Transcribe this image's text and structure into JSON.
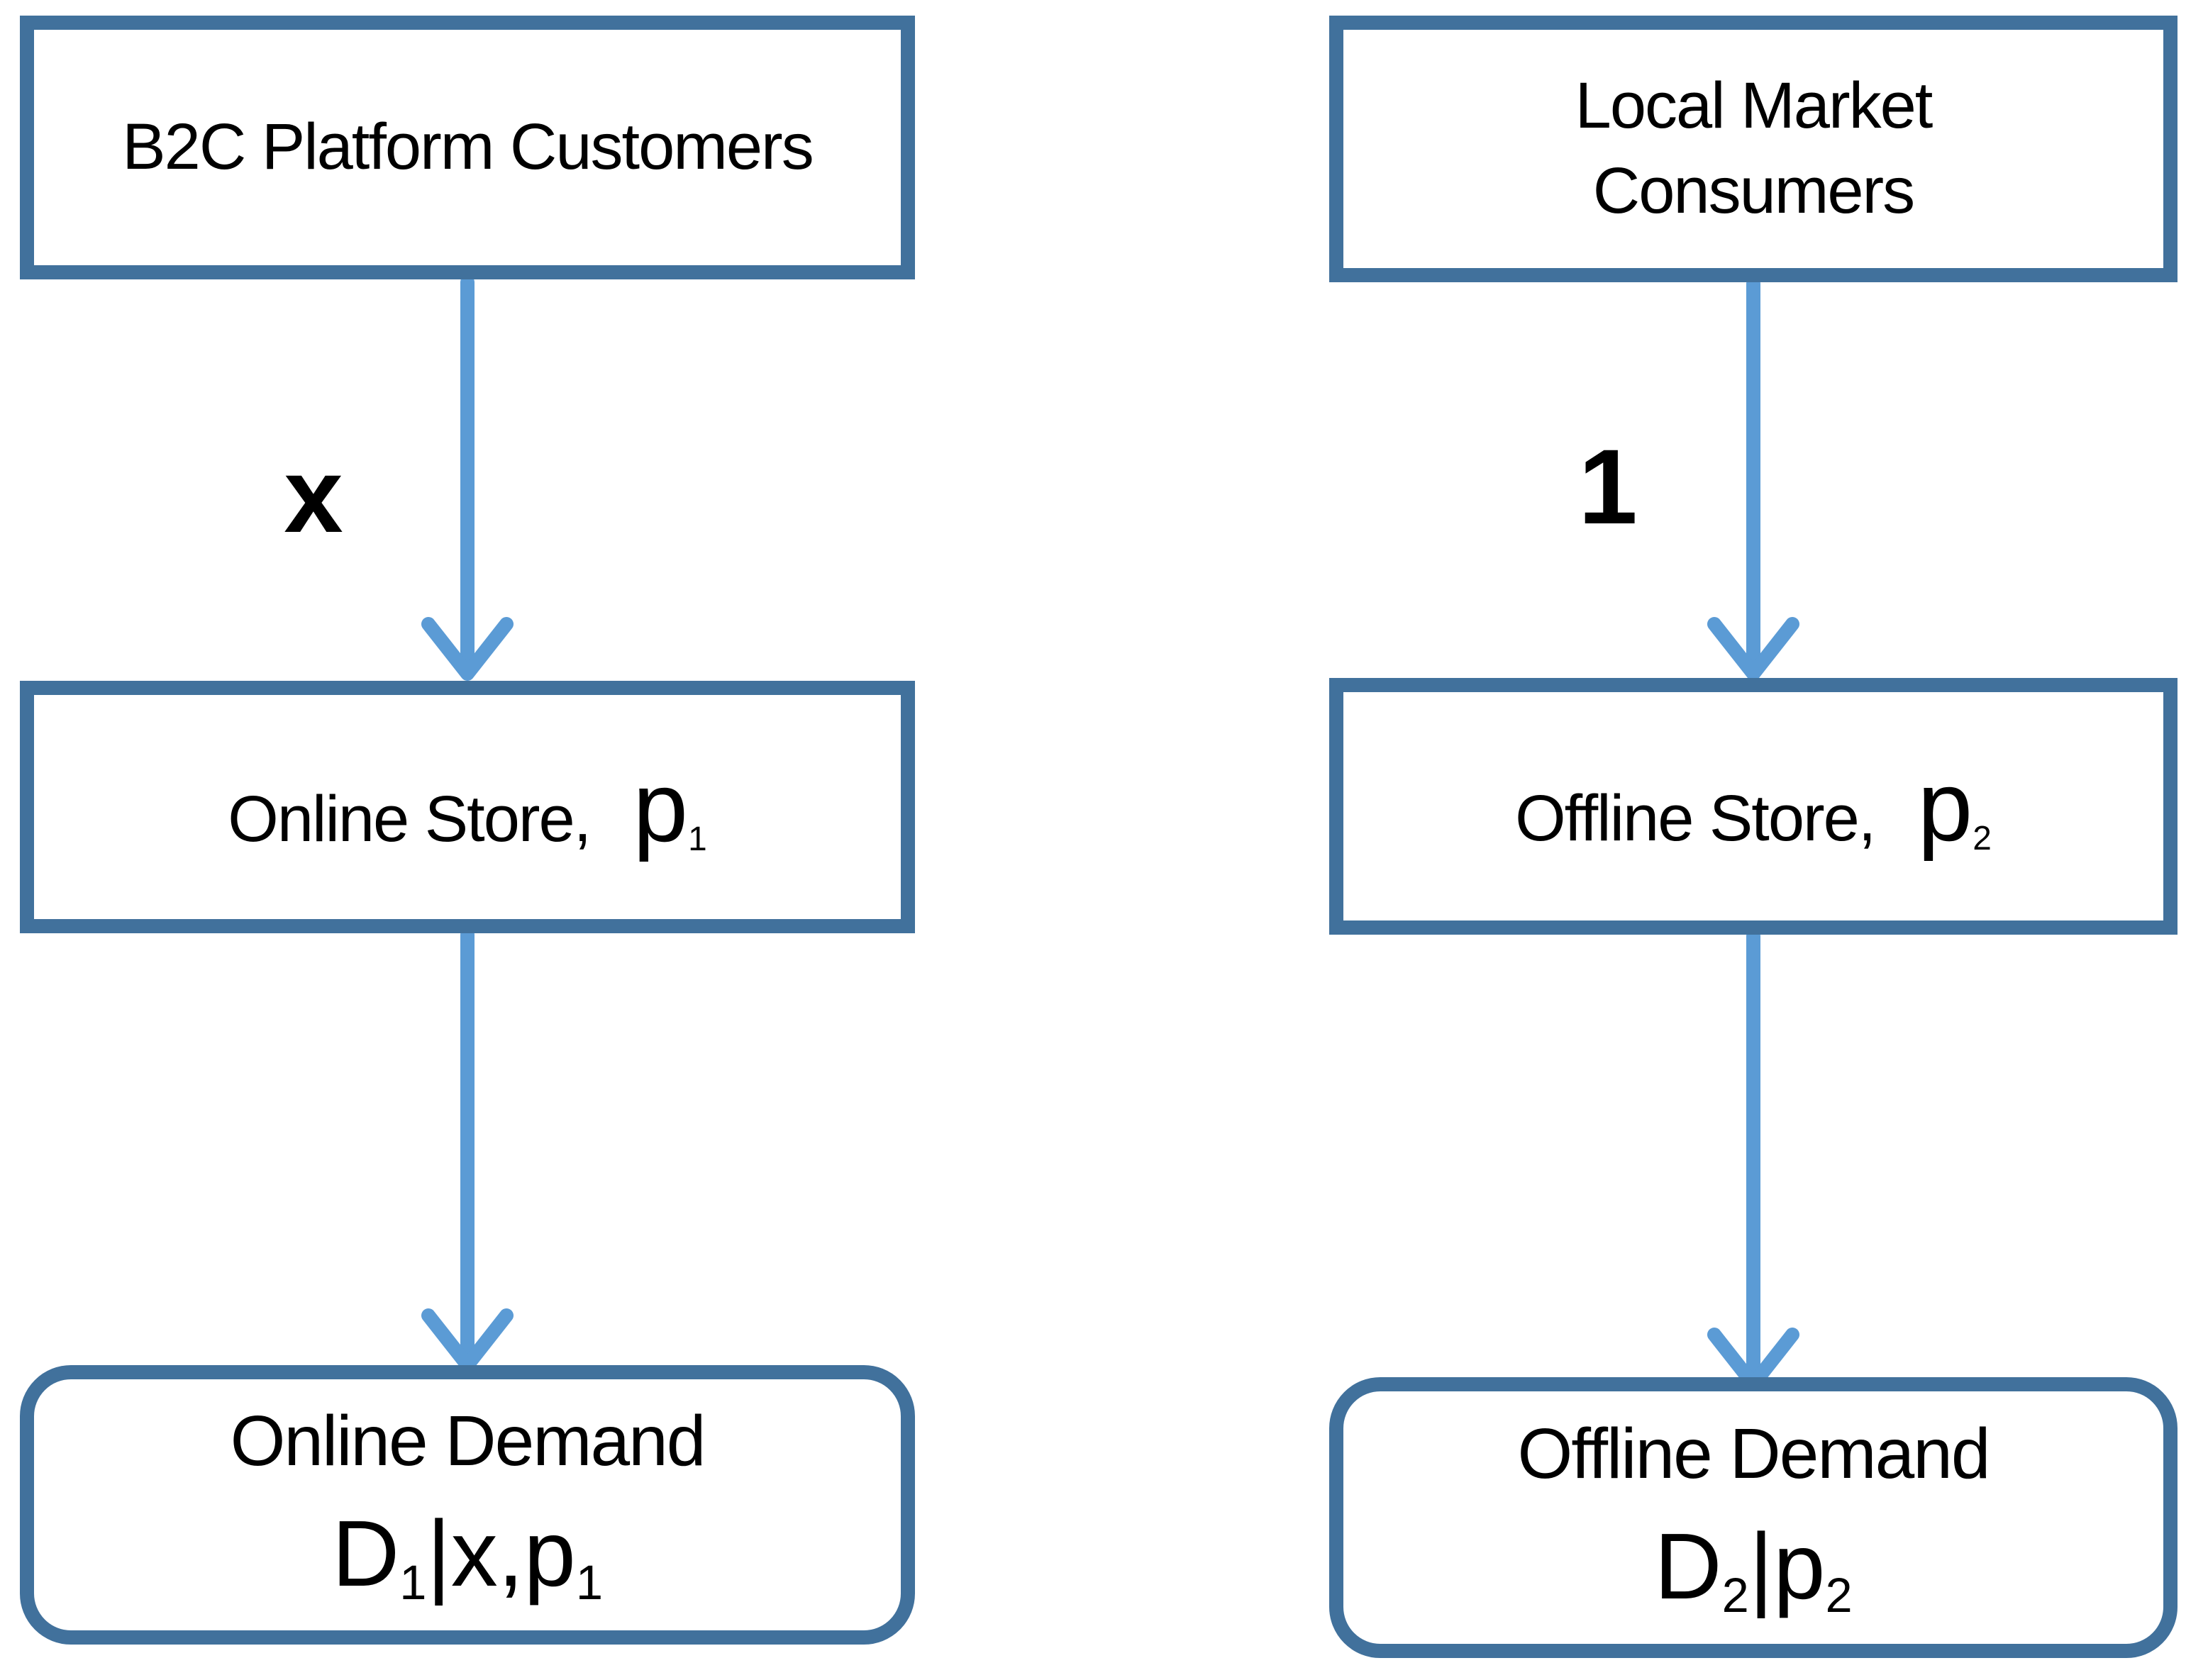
{
  "colors": {
    "box_border": "#41719C",
    "arrow": "#5B9BD5",
    "text": "#000000",
    "background": "#FFFFFF"
  },
  "nodes": {
    "b2c_customers": {
      "label": "B2C Platform Customers"
    },
    "local_consumers": {
      "line1": "Local Market",
      "line2": "Consumers"
    },
    "online_store": {
      "text": "Online Store,",
      "price_var": "p",
      "price_sub": "1"
    },
    "offline_store": {
      "text": "Offline Store,",
      "price_var": "p",
      "price_sub": "2"
    },
    "online_demand": {
      "title": "Online Demand",
      "formula": {
        "var1": "D",
        "sub1": "1",
        "mid": "|x,p",
        "sub2": "1"
      }
    },
    "offline_demand": {
      "title": "Offline Demand",
      "formula": {
        "var1": "D",
        "sub1": "2",
        "mid": "|p",
        "sub2": "2"
      }
    }
  },
  "edge_labels": {
    "online_fraction": "x",
    "offline_fraction": "1"
  }
}
